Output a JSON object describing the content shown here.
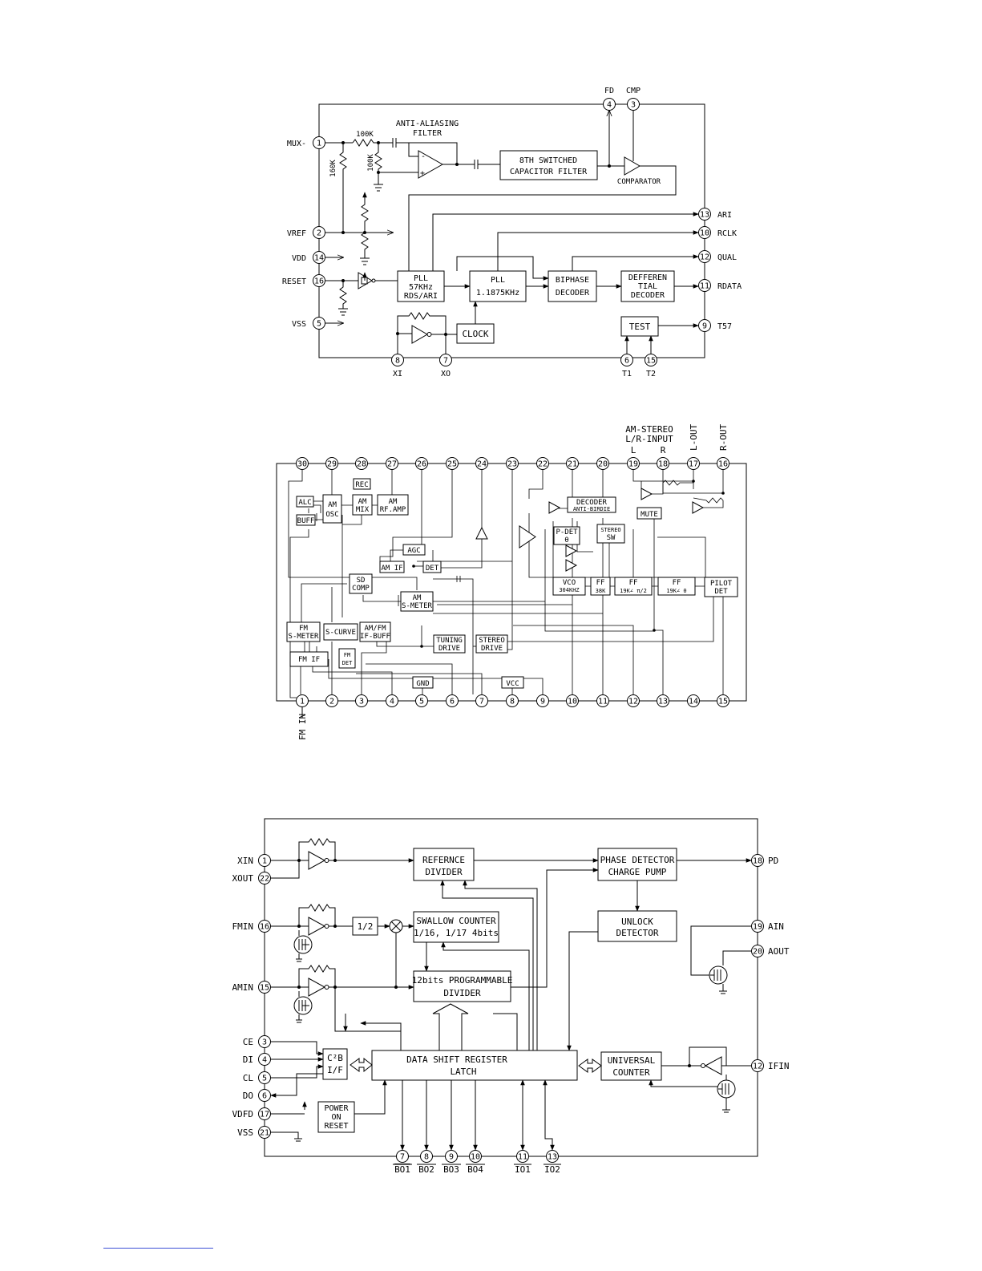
{
  "diagram1": {
    "pins": {
      "p1": {
        "num": "1",
        "label": "MUX-"
      },
      "p2": {
        "num": "2",
        "label": "VREF"
      },
      "p14": {
        "num": "14",
        "label": "VDD"
      },
      "p16": {
        "num": "16",
        "label": "RESET"
      },
      "p5": {
        "num": "5",
        "label": "VSS"
      },
      "p4": {
        "num": "4",
        "label": "FD"
      },
      "p3": {
        "num": "3",
        "label": "CMP"
      },
      "p13": {
        "num": "13",
        "label": "ARI"
      },
      "p10": {
        "num": "10",
        "label": "RCLK"
      },
      "p12": {
        "num": "12",
        "label": "QUAL"
      },
      "p11": {
        "num": "11",
        "label": "RDATA"
      },
      "p9": {
        "num": "9",
        "label": "T57"
      },
      "p8": {
        "num": "8",
        "label": "XI"
      },
      "p7": {
        "num": "7",
        "label": "XO"
      },
      "p6": {
        "num": "6",
        "label": "T1"
      },
      "p15": {
        "num": "15",
        "label": "T2"
      }
    },
    "filter_title_1": "ANTI-ALIASING",
    "filter_title_2": "FILTER",
    "r1": "100K",
    "r2": "160K",
    "r3": "100K",
    "op_minus": "-",
    "op_plus": "+",
    "scf_1": "8TH SWITCHED",
    "scf_2": "CAPACITOR FILTER",
    "comparator": "COMPARATOR",
    "pll57_1": "PLL",
    "pll57_2": "57KHz",
    "pll57_3": "RDS/ARI",
    "pll11_1": "PLL",
    "pll11_2": "1.1875KHz",
    "biphase_1": "BIPHASE",
    "biphase_2": "DECODER",
    "diff_1": "DEFFEREN",
    "diff_2": "TIAL",
    "diff_3": "DECODER",
    "clock": "CLOCK",
    "test": "TEST"
  },
  "diagram2": {
    "top_title_1": "AM-STEREO",
    "top_title_2": "L/R-INPUT",
    "top_l": "L",
    "top_r": "R",
    "l_out": "L-OUT",
    "r_out": "R-OUT",
    "fm_in": "FM IN",
    "top_pins": [
      "30",
      "29",
      "28",
      "27",
      "26",
      "25",
      "24",
      "23",
      "22",
      "21",
      "20",
      "19",
      "18",
      "17",
      "16"
    ],
    "bottom_pins": [
      "1",
      "2",
      "3",
      "4",
      "5",
      "6",
      "7",
      "8",
      "9",
      "10",
      "11",
      "12",
      "13",
      "14",
      "15"
    ],
    "alc": "ALC",
    "buff": "BUFF",
    "am_osc_1": "AM",
    "am_osc_2": "OSC",
    "am_mix_1": "AM",
    "am_mix_2": "MIX",
    "rec": "REC",
    "am_rf_1": "AM",
    "am_rf_2": "RF.AMP",
    "agc": "AGC",
    "am_if": "AM IF",
    "det": "DET",
    "sd_comp_1": "SD",
    "sd_comp_2": "COMP",
    "am_smeter_1": "AM",
    "am_smeter_2": "S-METER",
    "fm_smeter_1": "FM",
    "fm_smeter_2": "S-METER",
    "s_curve": "S-CURVE",
    "amfm_if_1": "AM/FM",
    "amfm_if_2": "IF-BUFF",
    "fm_if": "FM IF",
    "fm_det_1": "FM",
    "fm_det_2": "DET",
    "tuning_1": "TUNING",
    "tuning_2": "DRIVE",
    "stereo_drv_1": "STEREO",
    "stereo_drv_2": "DRIVE",
    "gnd": "GND",
    "vcc": "VCC",
    "decoder_1": "DECODER",
    "decoder_2": "ANTI-BIRDIE",
    "pdet_1": "P-DET",
    "pdet_2": "θ",
    "stereo_sw_1": "STEREO",
    "stereo_sw_2": "SW",
    "mute": "MUTE",
    "vco_1": "VCO",
    "vco_2": "304KHZ",
    "ff38_1": "FF",
    "ff38_2": "38K",
    "ff19a_1": "FF",
    "ff19a_2": "19K∠ π/2",
    "ff19b_1": "FF",
    "ff19b_2": "19K∠ 0",
    "pilot_1": "PILOT",
    "pilot_2": "DET"
  },
  "diagram3": {
    "pins": {
      "xin": {
        "num": "1",
        "label": "XIN"
      },
      "xout": {
        "num": "22",
        "label": "XOUT"
      },
      "fmin": {
        "num": "16",
        "label": "FMIN"
      },
      "amin": {
        "num": "15",
        "label": "AMIN"
      },
      "ce": {
        "num": "3",
        "label": "CE"
      },
      "di": {
        "num": "4",
        "label": "DI"
      },
      "cl": {
        "num": "5",
        "label": "CL"
      },
      "do": {
        "num": "6",
        "label": "DO"
      },
      "vdfd": {
        "num": "17",
        "label": "VDFD"
      },
      "vss": {
        "num": "21",
        "label": "VSS"
      },
      "pd": {
        "num": "18",
        "label": "PD"
      },
      "ain": {
        "num": "19",
        "label": "AIN"
      },
      "aout": {
        "num": "20",
        "label": "AOUT"
      },
      "ifin": {
        "num": "12",
        "label": "IFIN"
      },
      "bo1": {
        "num": "7",
        "label": "BO1"
      },
      "bo2": {
        "num": "8",
        "label": "BO2"
      },
      "bo3": {
        "num": "9",
        "label": "BO3"
      },
      "bo4": {
        "num": "10",
        "label": "BO4"
      },
      "io1": {
        "num": "11",
        "label": "IO1"
      },
      "io2": {
        "num": "13",
        "label": "IO2"
      }
    },
    "ref_div_1": "REFERNCE",
    "ref_div_2": "DIVIDER",
    "phase_1": "PHASE DETECTOR",
    "phase_2": "CHARGE PUMP",
    "unlock_1": "UNLOCK",
    "unlock_2": "DETECTOR",
    "half": "1/2",
    "swallow_1": "SWALLOW COUNTER",
    "swallow_2": "1/16, 1/17 4bits",
    "prog_1": "12bits PROGRAMMABLE",
    "prog_2": "DIVIDER",
    "c2b_1": "C²B",
    "c2b_2": "I/F",
    "shift_1": "DATA SHIFT REGISTER",
    "shift_2": "LATCH",
    "universal_1": "UNIVERSAL",
    "universal_2": "COUNTER",
    "por_1": "POWER",
    "por_2": "ON",
    "por_3": "RESET"
  }
}
